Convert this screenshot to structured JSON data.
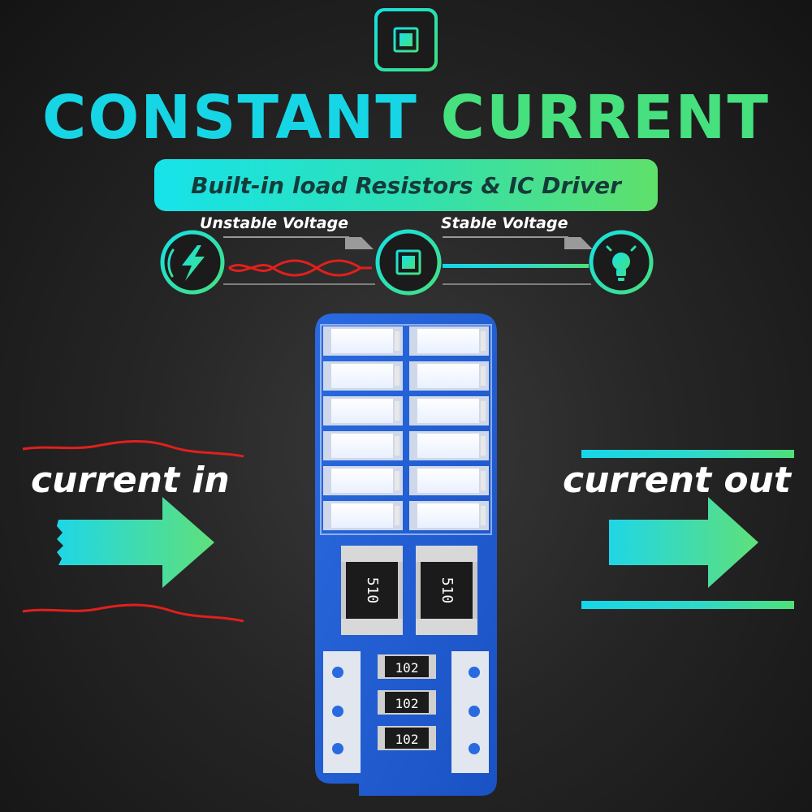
{
  "header": {
    "title_part1": "CONSTANT",
    "title_part2": "CURRENT",
    "subtitle": "Built-in load Resistors & IC Driver"
  },
  "flow": {
    "unstable_label": "Unstable Voltage",
    "stable_label": "Stable Voltage"
  },
  "sides": {
    "current_in": "current in",
    "current_out": "current out"
  },
  "board": {
    "resistor_large_code": "510",
    "resistor_small_codes": [
      "102",
      "102",
      "102"
    ]
  },
  "icons": {
    "top": "chip-icon",
    "left": "lightning-icon",
    "middle": "chip-icon",
    "right": "lightbulb-icon"
  },
  "colors": {
    "cyan": "#16d6e6",
    "green": "#46e07e",
    "red_wave": "#e0201c",
    "pcb_blue": "#1f5fd6",
    "background": "#232323"
  }
}
